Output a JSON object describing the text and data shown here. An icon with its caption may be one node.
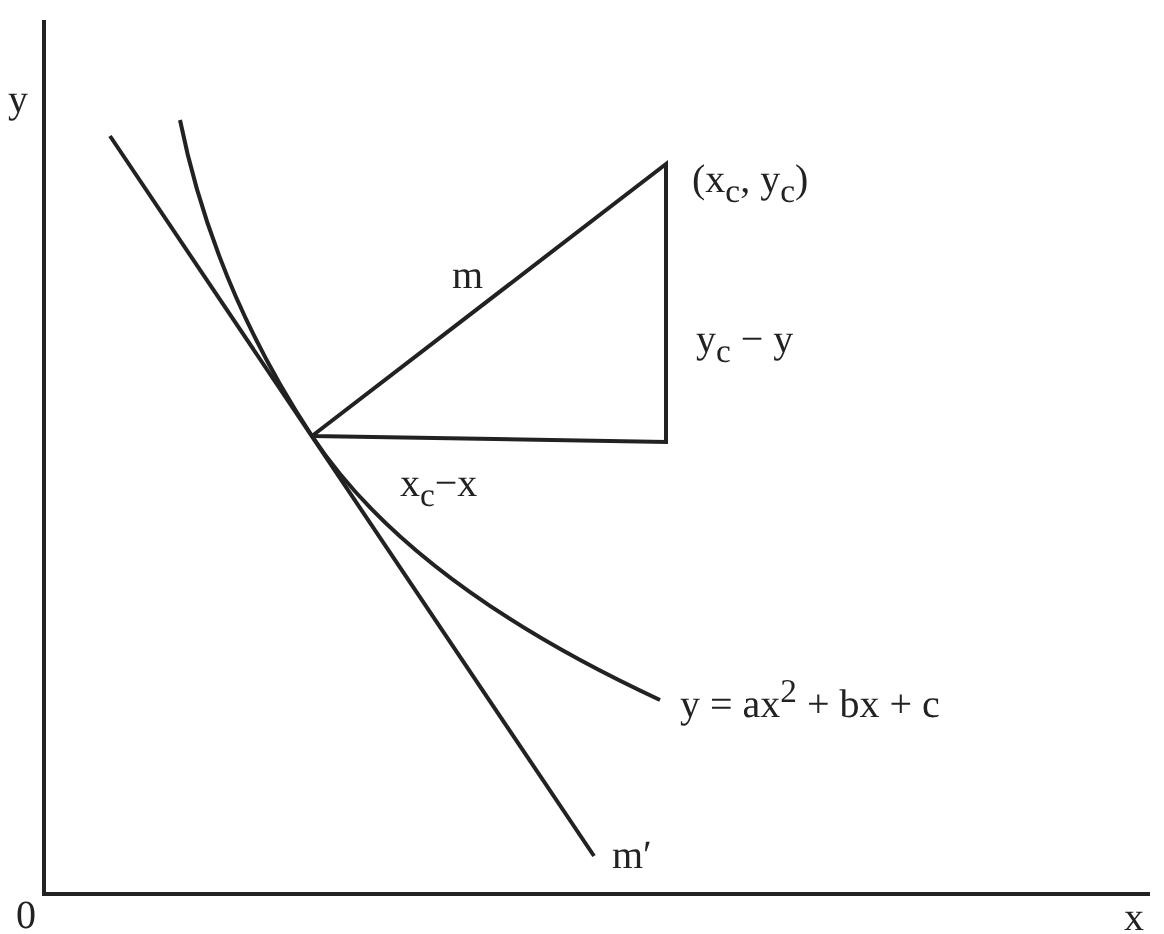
{
  "diagram": {
    "labels": [
      "y",
      "(x$_{c}$, y$_{c}$)",
      "m",
      "y$_{c}$ − y",
      "x$_{c}$−x",
      "y = ax$^{2}$ + bx + c",
      "m′",
      "0",
      "x"
    ]
  }
}
